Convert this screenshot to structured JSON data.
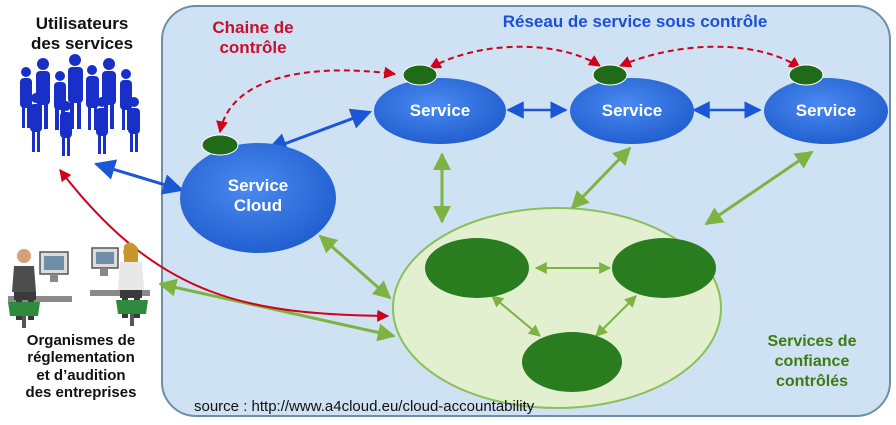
{
  "labels": {
    "users_title": "Utilisateurs\ndes services",
    "orgs_title": "Organismes de\nréglementation\net d’audition\ndes entreprises",
    "chain_title": "Chaine de\ncontrôle",
    "network_title": "Réseau de service sous contrôle",
    "trust_title": "Services de\nconfiance\ncontrôlés",
    "service_a": "Service",
    "service_b": "Service",
    "service_c": "Service",
    "cloud_service": "Service\nCloud",
    "source": "source : http://www.a4cloud.eu/cloud-accountability"
  },
  "colors": {
    "panel_fill": "#cfe2f3",
    "panel_border": "#6d8fa3",
    "service_fill": "#2f6fe0",
    "monitor_green": "#1f6b1a",
    "trust_fill": "#e2f0cf",
    "trust_node": "#2a7d1f",
    "control_chain": "#d0021b",
    "blue_link": "#1a56d6",
    "green_link": "#7cb342"
  },
  "icons": [
    "people-silhouettes-icon",
    "office-workers-icon"
  ]
}
